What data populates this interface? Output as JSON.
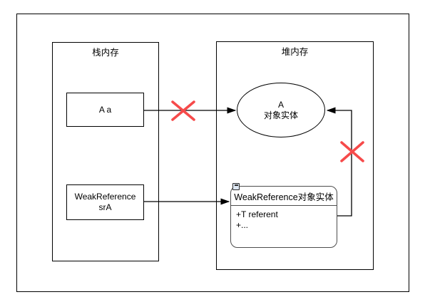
{
  "diagram": {
    "title_hint": "WeakReference memory diagram",
    "stack_region": {
      "label": "栈内存"
    },
    "heap_region": {
      "label": "堆内存"
    },
    "var_a_box": {
      "label": "A a"
    },
    "weakref_var_box": {
      "line1": "WeakReference",
      "line2": "srA"
    },
    "object_ellipse": {
      "line1": "A",
      "line2": "对象实体"
    },
    "weakref_object_box": {
      "title": "WeakReference对象实体",
      "fields": [
        "+T referent",
        "+..."
      ],
      "collapse_icon": "minus-collapse-icon"
    },
    "connectors": {
      "a_to_object": "broken (red cross)",
      "srA_to_weakref_object": "solid arrow",
      "weakref_object_to_object": "broken (red cross)"
    },
    "colors": {
      "line": "#000000",
      "broken_cross": "#f64a4a",
      "uml_border": "#4d4d4d",
      "collapse_icon_fill": "#dce6f2",
      "background": "#ffffff"
    }
  }
}
